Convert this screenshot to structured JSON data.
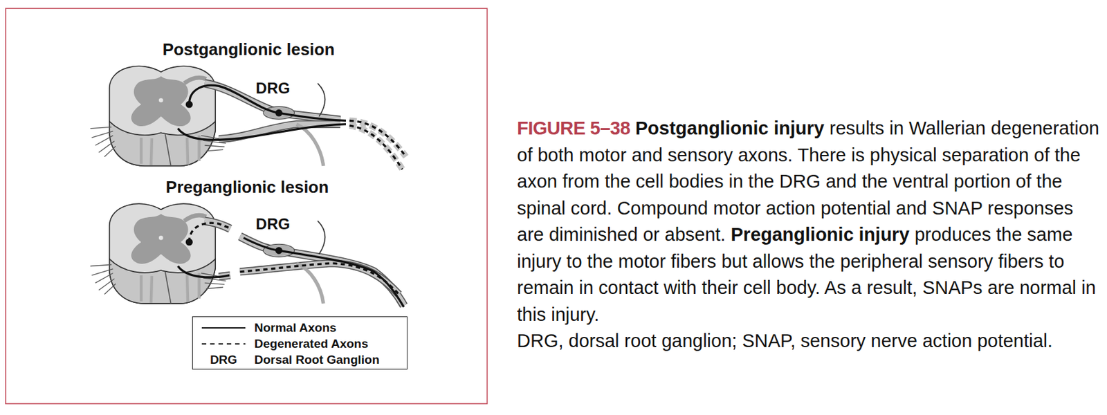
{
  "diagram": {
    "labels": [
      "Postganglionic lesion",
      "DRG",
      "Preganglionic lesion",
      "DRG",
      "DRG",
      "FIGURE 5–38",
      "Postganglionic injury",
      "results in Wallerian degeneration of both motor and sensory axons. There is physical separation of the axon from the cell bodies in the DRG and the ventral portion of the spinal cord. Compound motor action potential and SNAP responses are diminished or absent.",
      "Preganglionic injury",
      "produces the same injury to the motor fibers but allows the peripheral sensory fibers to remain in contact with their cell body. As a result, SNAPs are normal in this injury.",
      "DRG, dorsal root ganglion; SNAP, sensory nerve action potential."
    ],
    "legend": [
      {
        "text": "Normal Axons"
      },
      {
        "text": "Degenerated Axons"
      },
      {
        "text": "Dorsal Root Ganglion"
      }
    ]
  }
}
